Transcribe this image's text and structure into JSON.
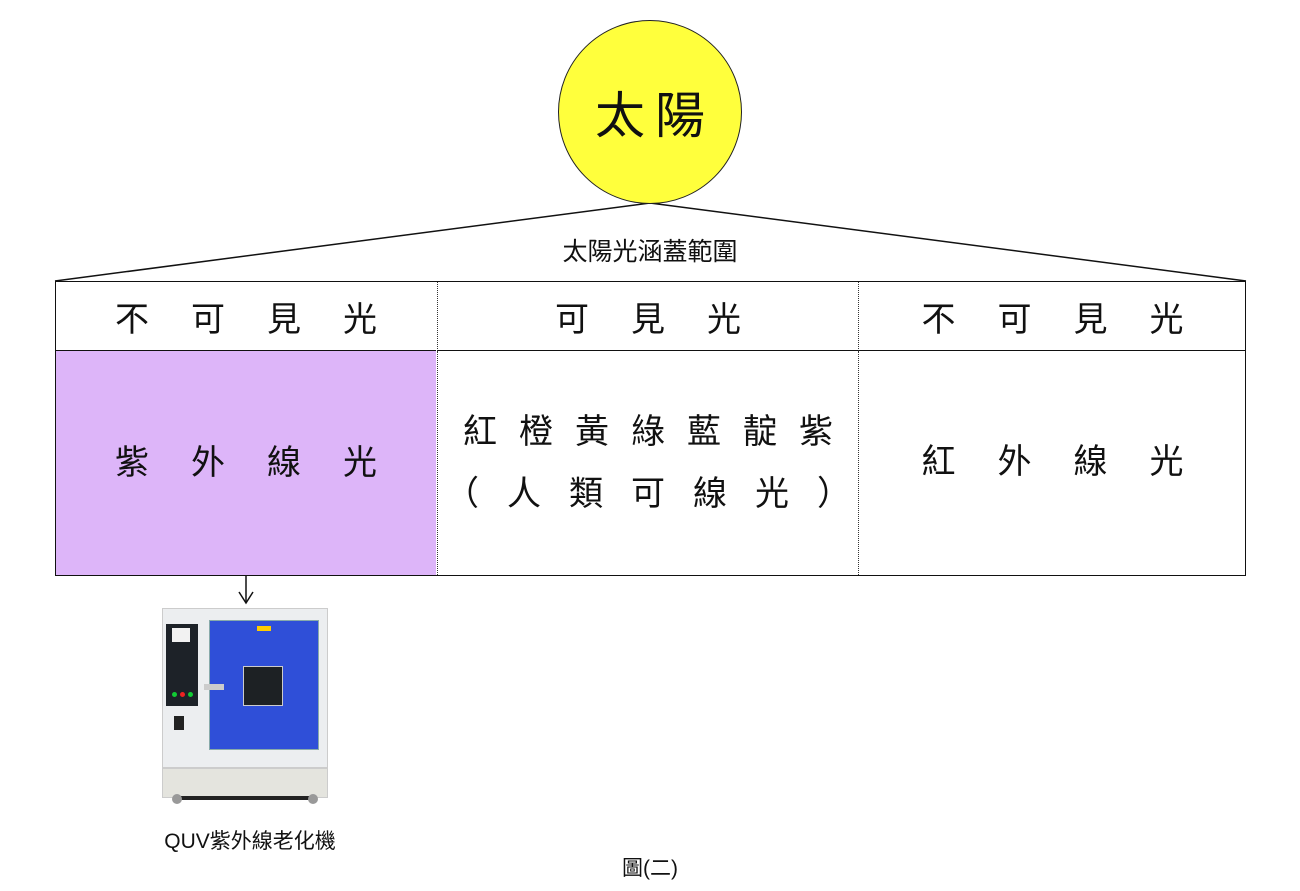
{
  "sun": {
    "label": "太陽",
    "color": "#ffff3c"
  },
  "coverage_label": "太陽光涵蓋範圍",
  "table": {
    "headers": [
      "不可見光",
      "可見光",
      "不可見光"
    ],
    "cells": {
      "left": "紫外線光",
      "middle_line1": "紅橙黃綠藍靛紫",
      "middle_line2": "（人類可線光）",
      "right": "紅外線光"
    },
    "highlight_color": "#ddb5f9"
  },
  "machine": {
    "caption": "QUV紫外線老化機"
  },
  "figure_label": "圖(二)"
}
